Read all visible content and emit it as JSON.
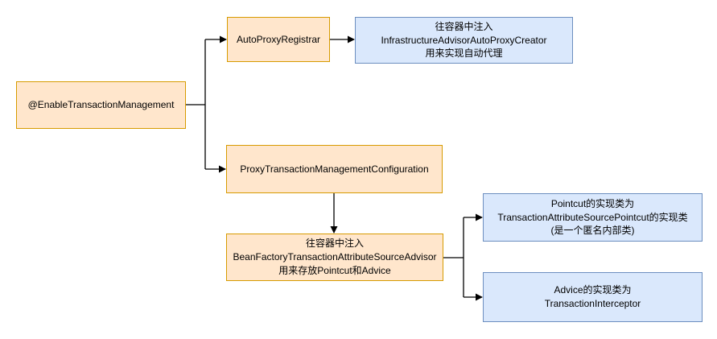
{
  "colors": {
    "orange_fill": "#ffe6cc",
    "orange_border": "#d79b00",
    "blue_fill": "#dae8fc",
    "blue_border": "#6c8ebf",
    "connector": "#000000",
    "text": "#000000"
  },
  "nodes": {
    "enable": {
      "label": "@EnableTransactionManagement"
    },
    "auto_proxy_registrar": {
      "label": "AutoProxyRegistrar"
    },
    "infrastructure_advisor": {
      "lines": [
        "往容器中注入",
        "InfrastructureAdvisorAutoProxyCreator",
        "用来实现自动代理"
      ]
    },
    "proxy_transaction_config": {
      "label": "ProxyTransactionManagementConfiguration"
    },
    "bean_factory_advisor": {
      "lines": [
        "往容器中注入",
        "BeanFactoryTransactionAttributeSourceAdvisor",
        "用来存放Pointcut和Advice"
      ]
    },
    "pointcut_impl": {
      "lines": [
        "Pointcut的实现类为",
        "TransactionAttributeSourcePointcut的实现类",
        "(是一个匿名内部类)"
      ]
    },
    "advice_impl": {
      "lines": [
        "Advice的实现类为",
        "TransactionInterceptor"
      ]
    }
  }
}
